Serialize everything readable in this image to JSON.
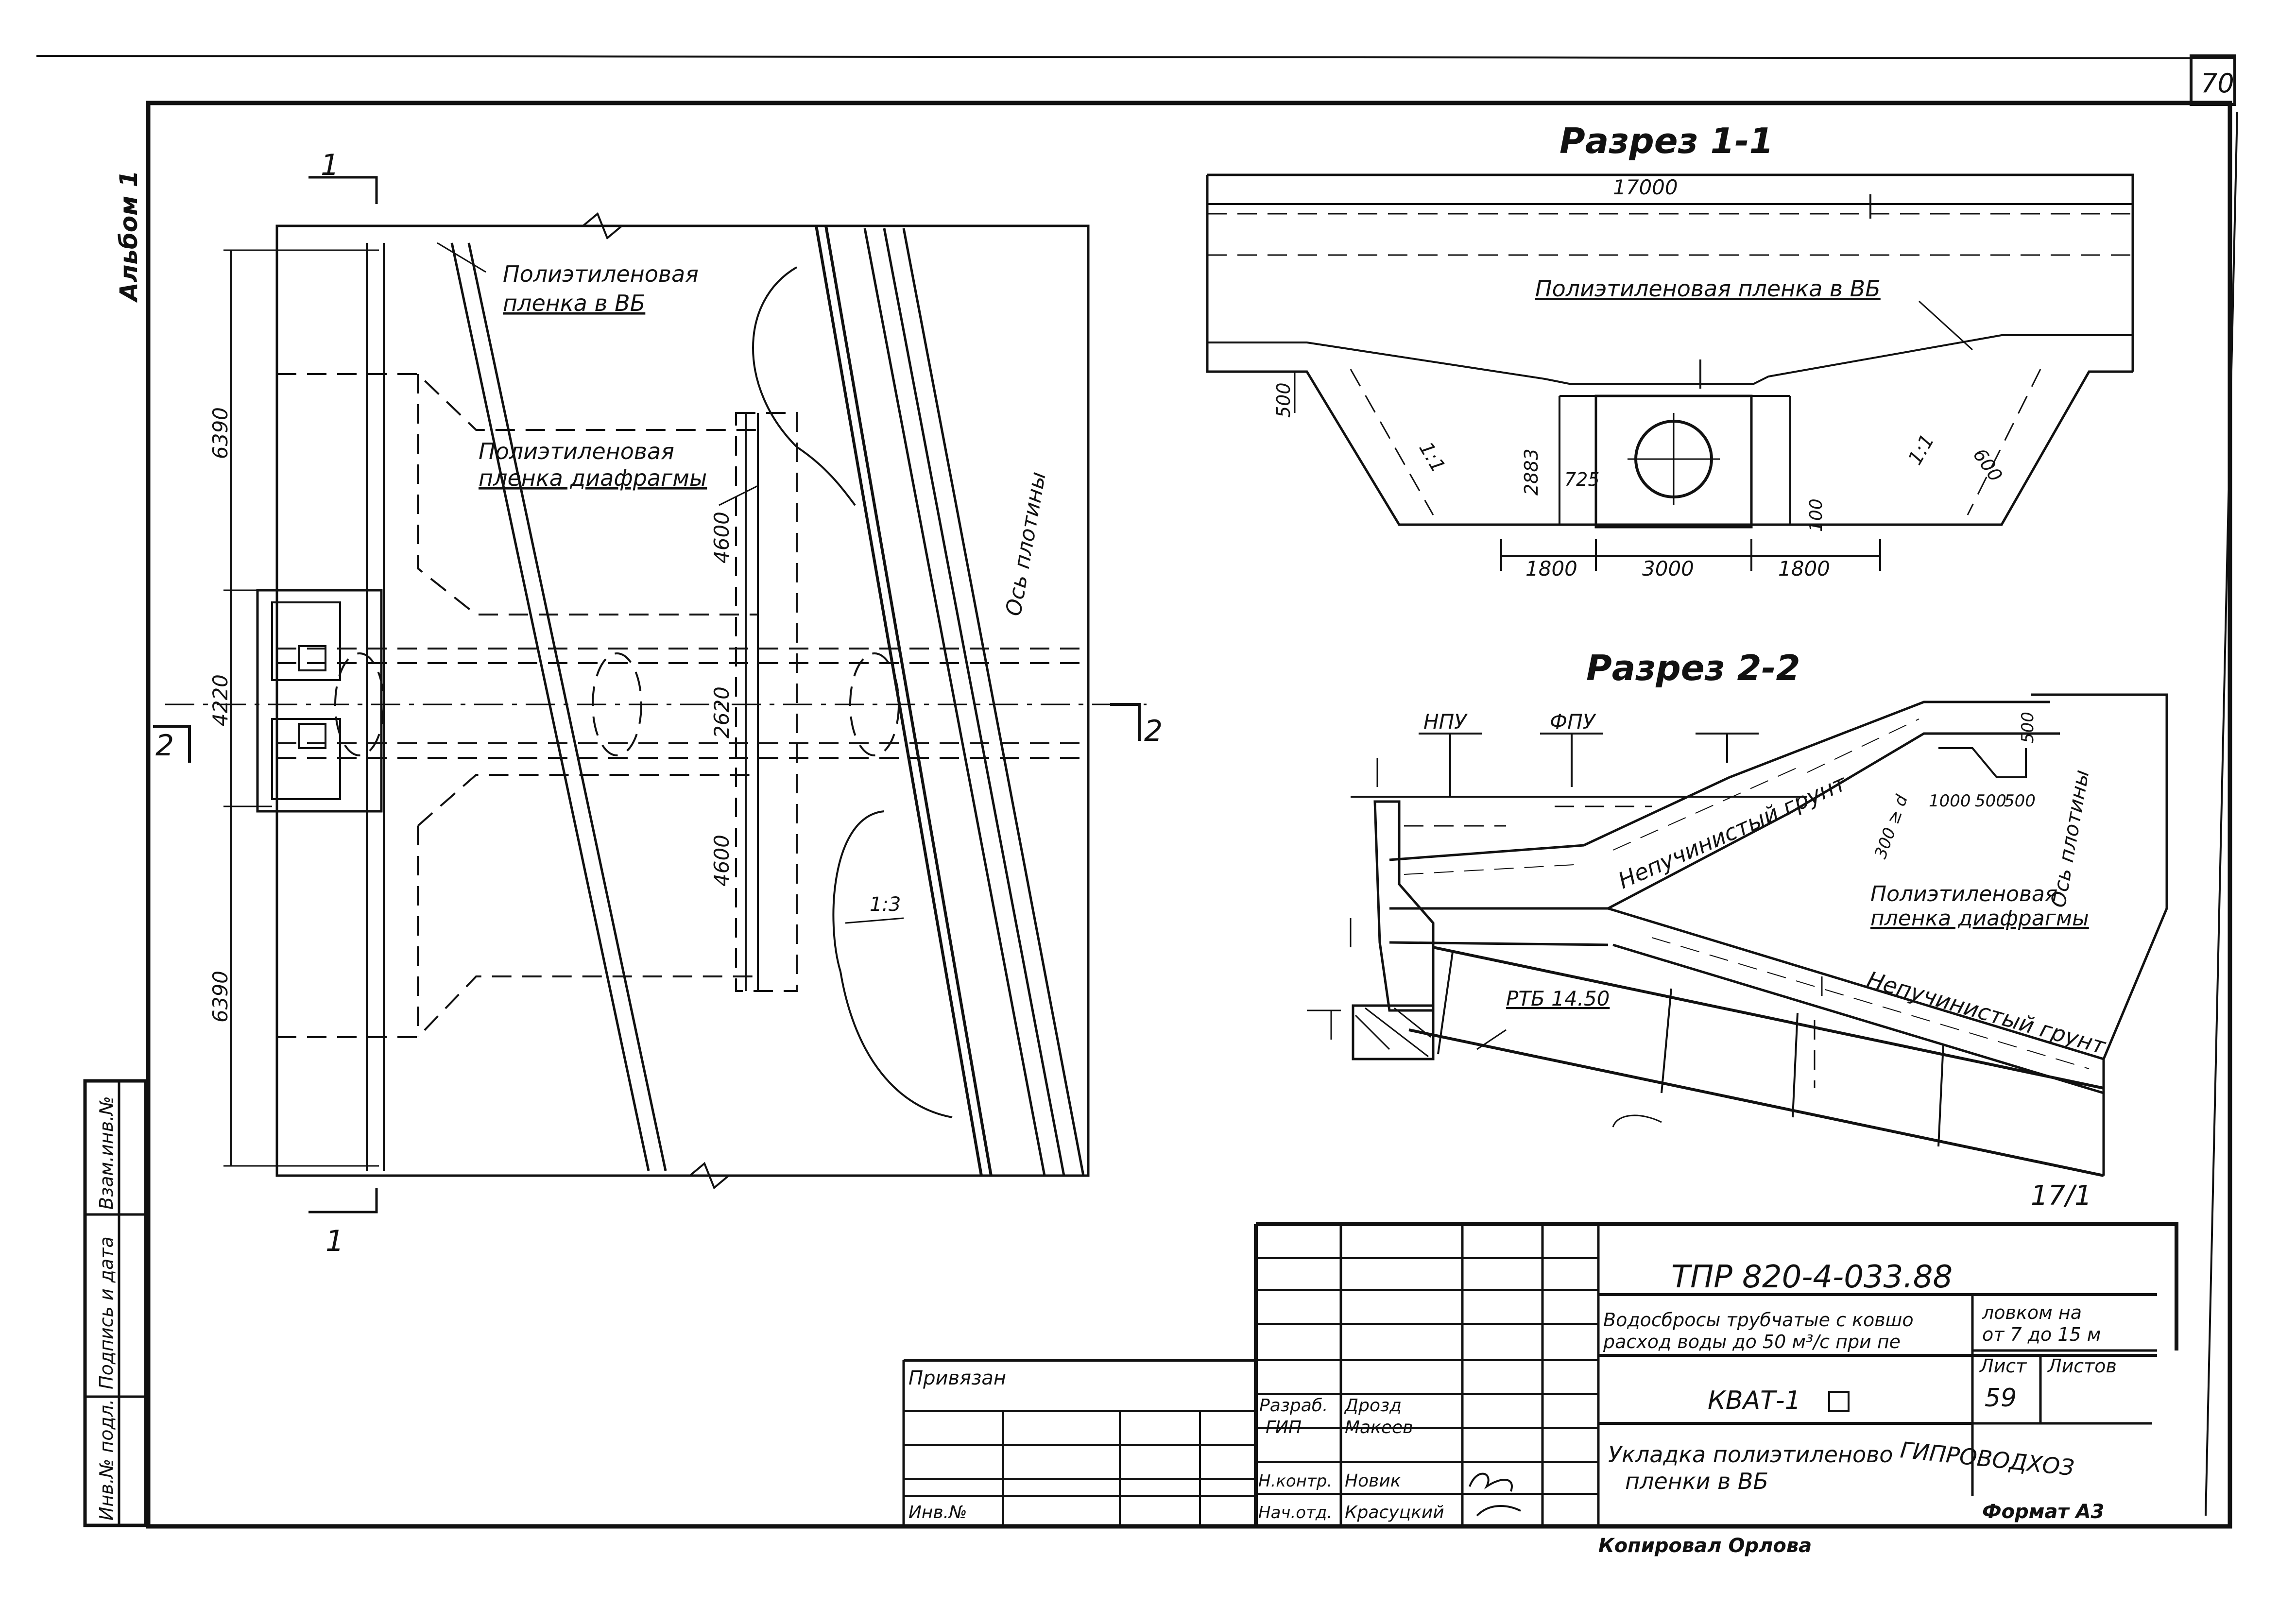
{
  "sheet_number": "70",
  "album": "Альбом 1",
  "plan": {
    "section_mark_1": "1",
    "section_mark_2": "2",
    "film_vb_line1": "Полиэтиленовая",
    "film_vb_line2": "пленка в ВБ",
    "film_diaphragm_line1": "Полиэтиленовая",
    "film_diaphragm_line2": "пленка диафрагмы",
    "dam_axis": "Ось плотины",
    "slope": "1:3",
    "dims": [
      "6390",
      "4220",
      "6390",
      "4600",
      "2620",
      "4600"
    ]
  },
  "section_1_1": {
    "title": "Разрез 1-1",
    "width": "17000",
    "film_label": "Полиэтиленовая пленка в ВБ",
    "dims": [
      "500",
      "2883",
      "725",
      "100",
      "600",
      "1800",
      "3000",
      "1800"
    ],
    "slope_left": "1:1",
    "slope_right": "1:1"
  },
  "section_2_2": {
    "title": "Разрез 2-2",
    "npu": "НПУ",
    "fpu": "ФПУ",
    "soil_upper": "Непучинистый грунт",
    "soil_lower": "Непучинистый грунт",
    "dam_axis": "Ось плотины",
    "film_diaphragm_line1": "Полиэтиленовая",
    "film_diaphragm_line2": "пленка диафрагмы",
    "pipe": "РТБ 14.50",
    "thickness": "300 ≥ d",
    "dims": [
      "500",
      "1000",
      "500",
      "500"
    ],
    "ref_mark": "17/1"
  },
  "side_stamp": {
    "labels": [
      "Инв.№ подл.",
      "Подпись и дата",
      "Взам.инв.№"
    ]
  },
  "title_block": {
    "project_code": "ТПР 820-4-033.88",
    "description_line1": "Водосбросы трубчатые с ковшо",
    "description_line2": "расход воды до 50 м³/с при пе",
    "description_tail1": "ловком на",
    "description_tail2": "от 7 до 15 м",
    "drawing_code": "КВАТ-1",
    "sheet_label": "Лист",
    "sheets_label": "Листов",
    "sheet_value": "59",
    "drawing_title_line1": "Укладка полиэтиленово",
    "drawing_title_line2": "пленки в ВБ",
    "organization": "ГИПРОВОДХОЗ",
    "format": "Формат А3",
    "copied_by": "Копировал Орлова",
    "bound": "Привязан",
    "inv_no": "Инв.№",
    "roles": [
      {
        "role": "Разраб.",
        "name": "Дрозд"
      },
      {
        "role": "ГИП",
        "name": "Макеев"
      },
      {
        "role": "Н.контр.",
        "name": "Новик"
      },
      {
        "role": "Нач.отд.",
        "name": "Красуцкий"
      }
    ]
  }
}
